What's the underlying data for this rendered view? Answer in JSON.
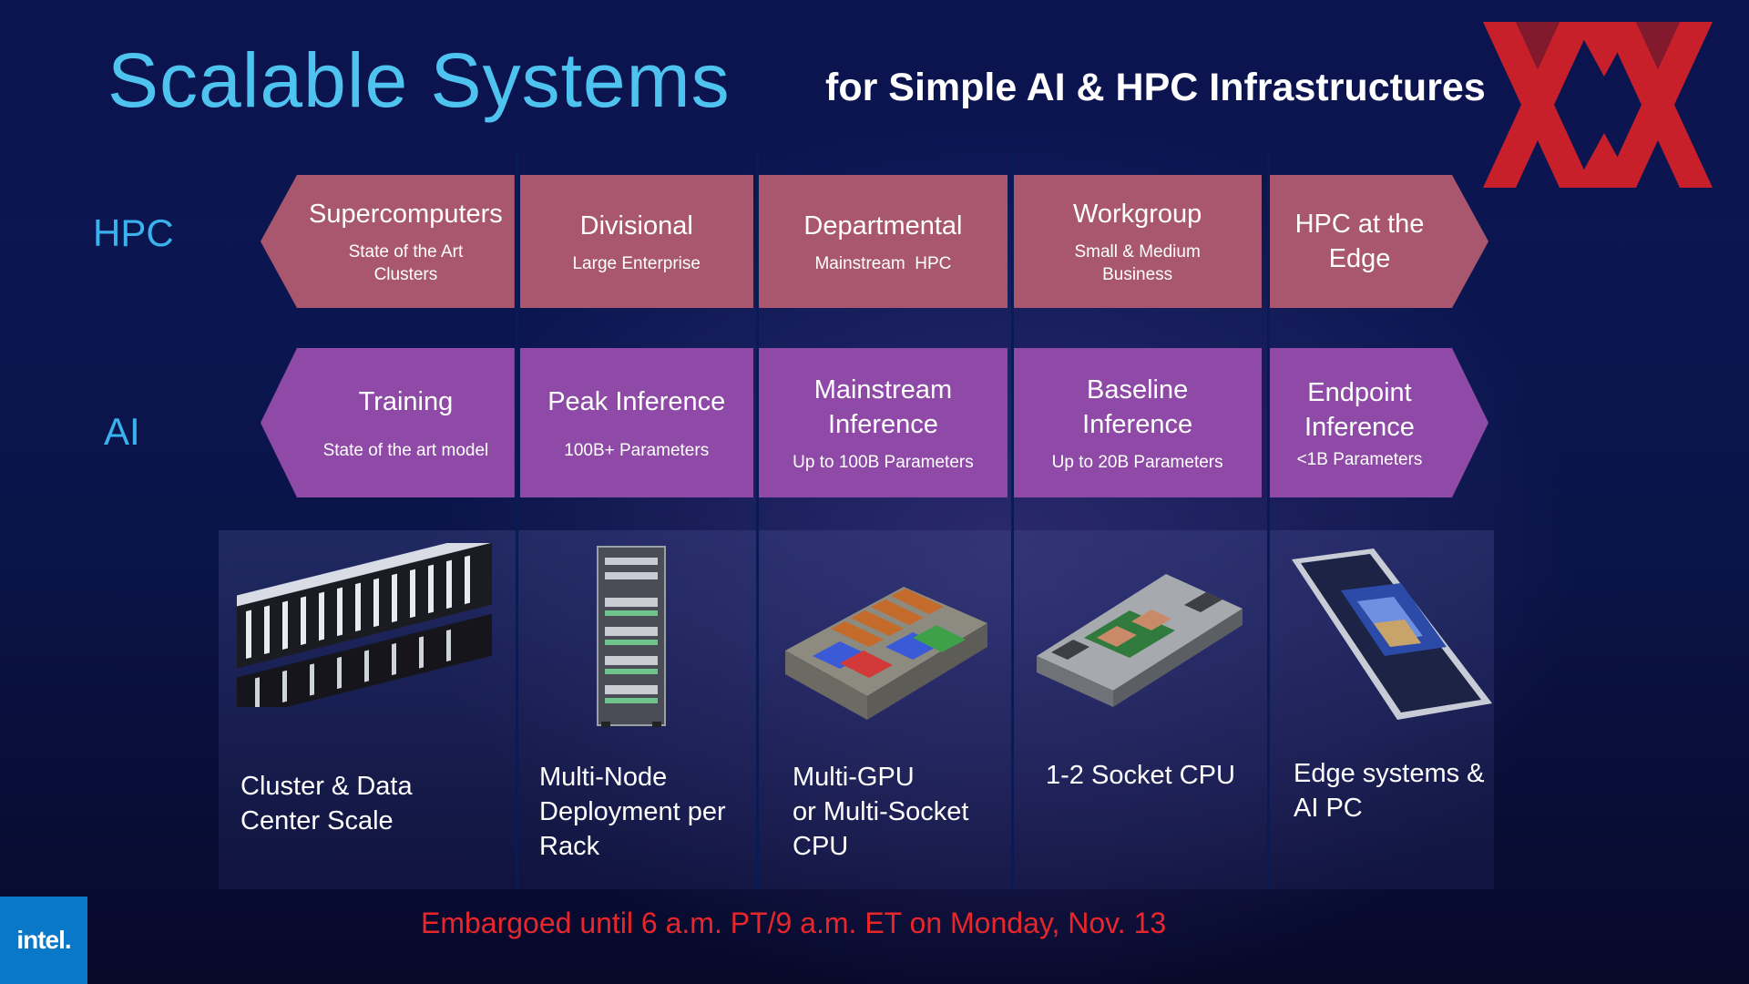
{
  "title": "Scalable Systems",
  "subtitle": "for Simple AI & HPC Infrastructures",
  "row_labels": {
    "hpc": "HPC",
    "ai": "AI"
  },
  "hpc": [
    {
      "heading": "Supercomputers",
      "sub": "State of the Art Clusters"
    },
    {
      "heading": "Divisional",
      "sub": "Large Enterprise"
    },
    {
      "heading": "Departmental",
      "sub": "Mainstream  HPC"
    },
    {
      "heading": "Workgroup",
      "sub": "Small & Medium Business"
    },
    {
      "heading": "HPC at the Edge",
      "sub": ""
    }
  ],
  "ai": [
    {
      "heading": "Training",
      "sub": "State of the art model"
    },
    {
      "heading": "Peak Inference",
      "sub": "100B+ Parameters"
    },
    {
      "heading": "Mainstream Inference",
      "sub": "Up to 100B Parameters"
    },
    {
      "heading": "Baseline Inference",
      "sub": "Up to 20B Parameters"
    },
    {
      "heading": "Endpoint Inference",
      "sub": "<1B Parameters"
    }
  ],
  "systems": [
    {
      "caption_1": "Cluster & Data",
      "caption_2": "Center Scale",
      "caption_3": ""
    },
    {
      "caption_1": "Multi-Node",
      "caption_2": "Deployment per",
      "caption_3": "Rack"
    },
    {
      "caption_1": "Multi-GPU",
      "caption_2": "or Multi-Socket",
      "caption_3": "CPU"
    },
    {
      "caption_1": "1-2 Socket CPU",
      "caption_2": "",
      "caption_3": ""
    },
    {
      "caption_1": "Edge systems &",
      "caption_2": "AI PC",
      "caption_3": ""
    }
  ],
  "embargo": "Embargoed until 6 a.m. PT/9 a.m. ET on Monday, Nov. 13",
  "intel_logo": "intel.",
  "colors": {
    "title": "#4fc3ef",
    "hpc_band": "#a8576f",
    "ai_band": "#8e4aa6",
    "embargo": "#e8262b",
    "xx_logo": "#c8202a"
  }
}
